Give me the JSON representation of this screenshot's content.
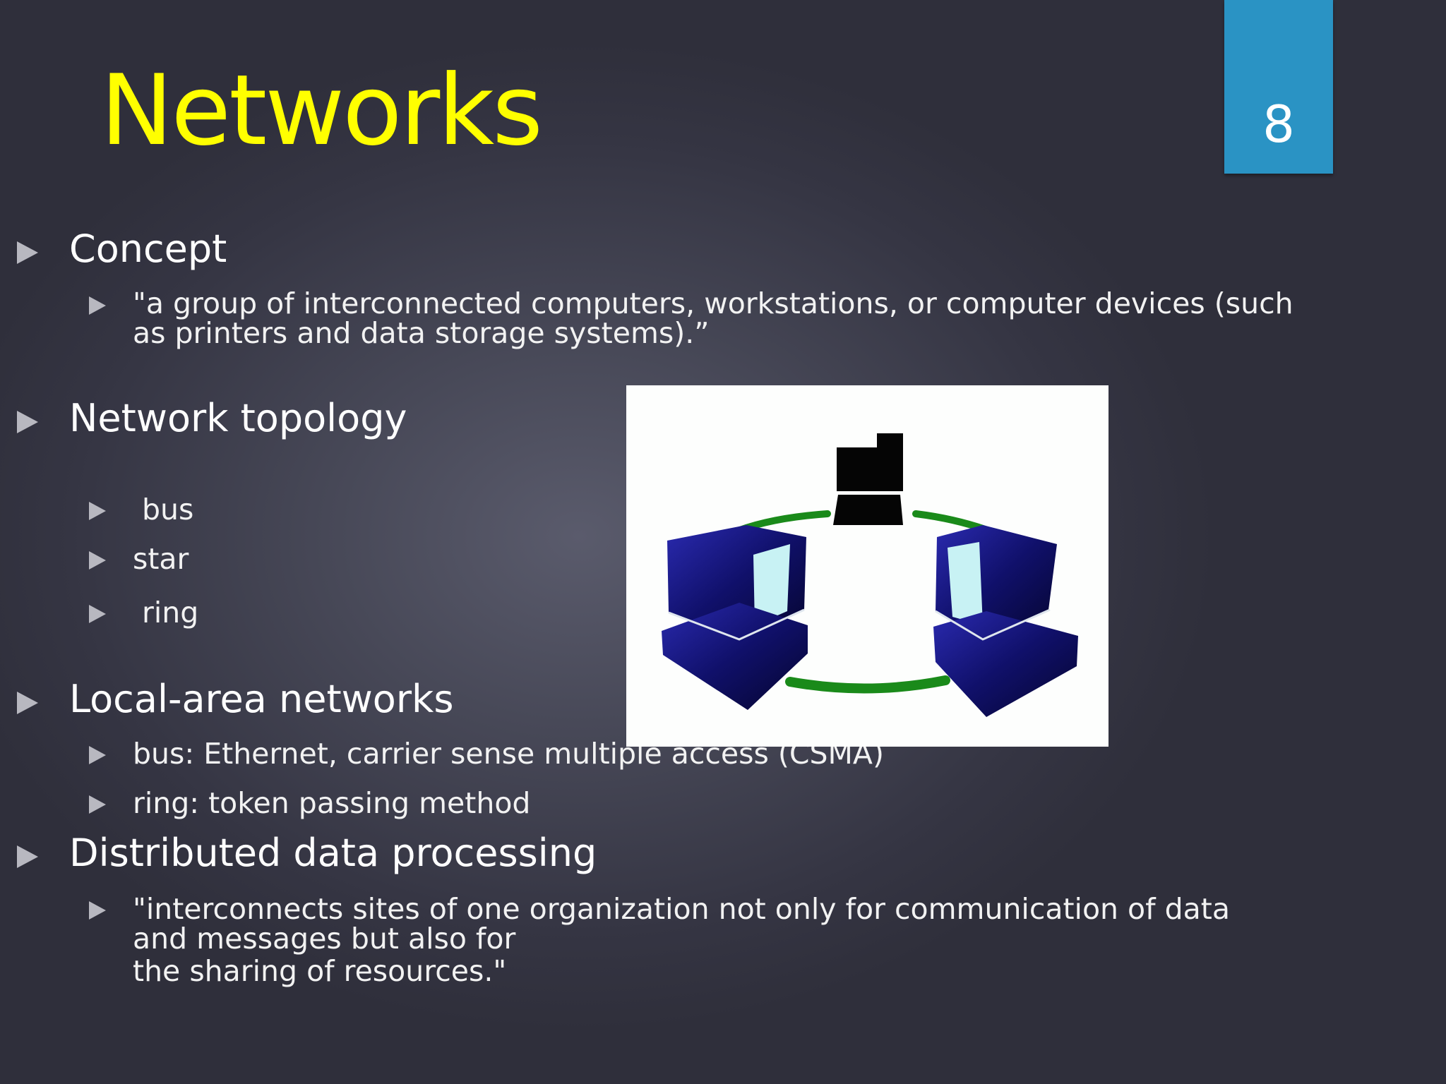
{
  "slide": {
    "title": "Networks",
    "page_number": "8"
  },
  "bullets": {
    "concept": "Concept",
    "concept_sub": [
      "\"a group of interconnected computers, workstations, or computer devices (such",
      "as printers and data storage systems).”"
    ],
    "topology": "Network topology",
    "topology_items": [
      " bus",
      "star",
      " ring"
    ],
    "lan": "Local-area networks",
    "lan_items": [
      "bus: Ethernet, carrier sense multiple access (CSMA)",
      "ring: token passing method"
    ],
    "ddp": "Distributed data processing",
    "ddp_sub": [
      "\"interconnects sites of one organization not only for communication of data",
      "and messages but also for",
      "the sharing of resources.\""
    ]
  },
  "picture": {
    "subject": "ring network of three computers",
    "colors": {
      "ring": "#1a8a1a",
      "monitor": "#10106a",
      "screen": "#c8f2f4",
      "top_computer": "#050505"
    }
  }
}
